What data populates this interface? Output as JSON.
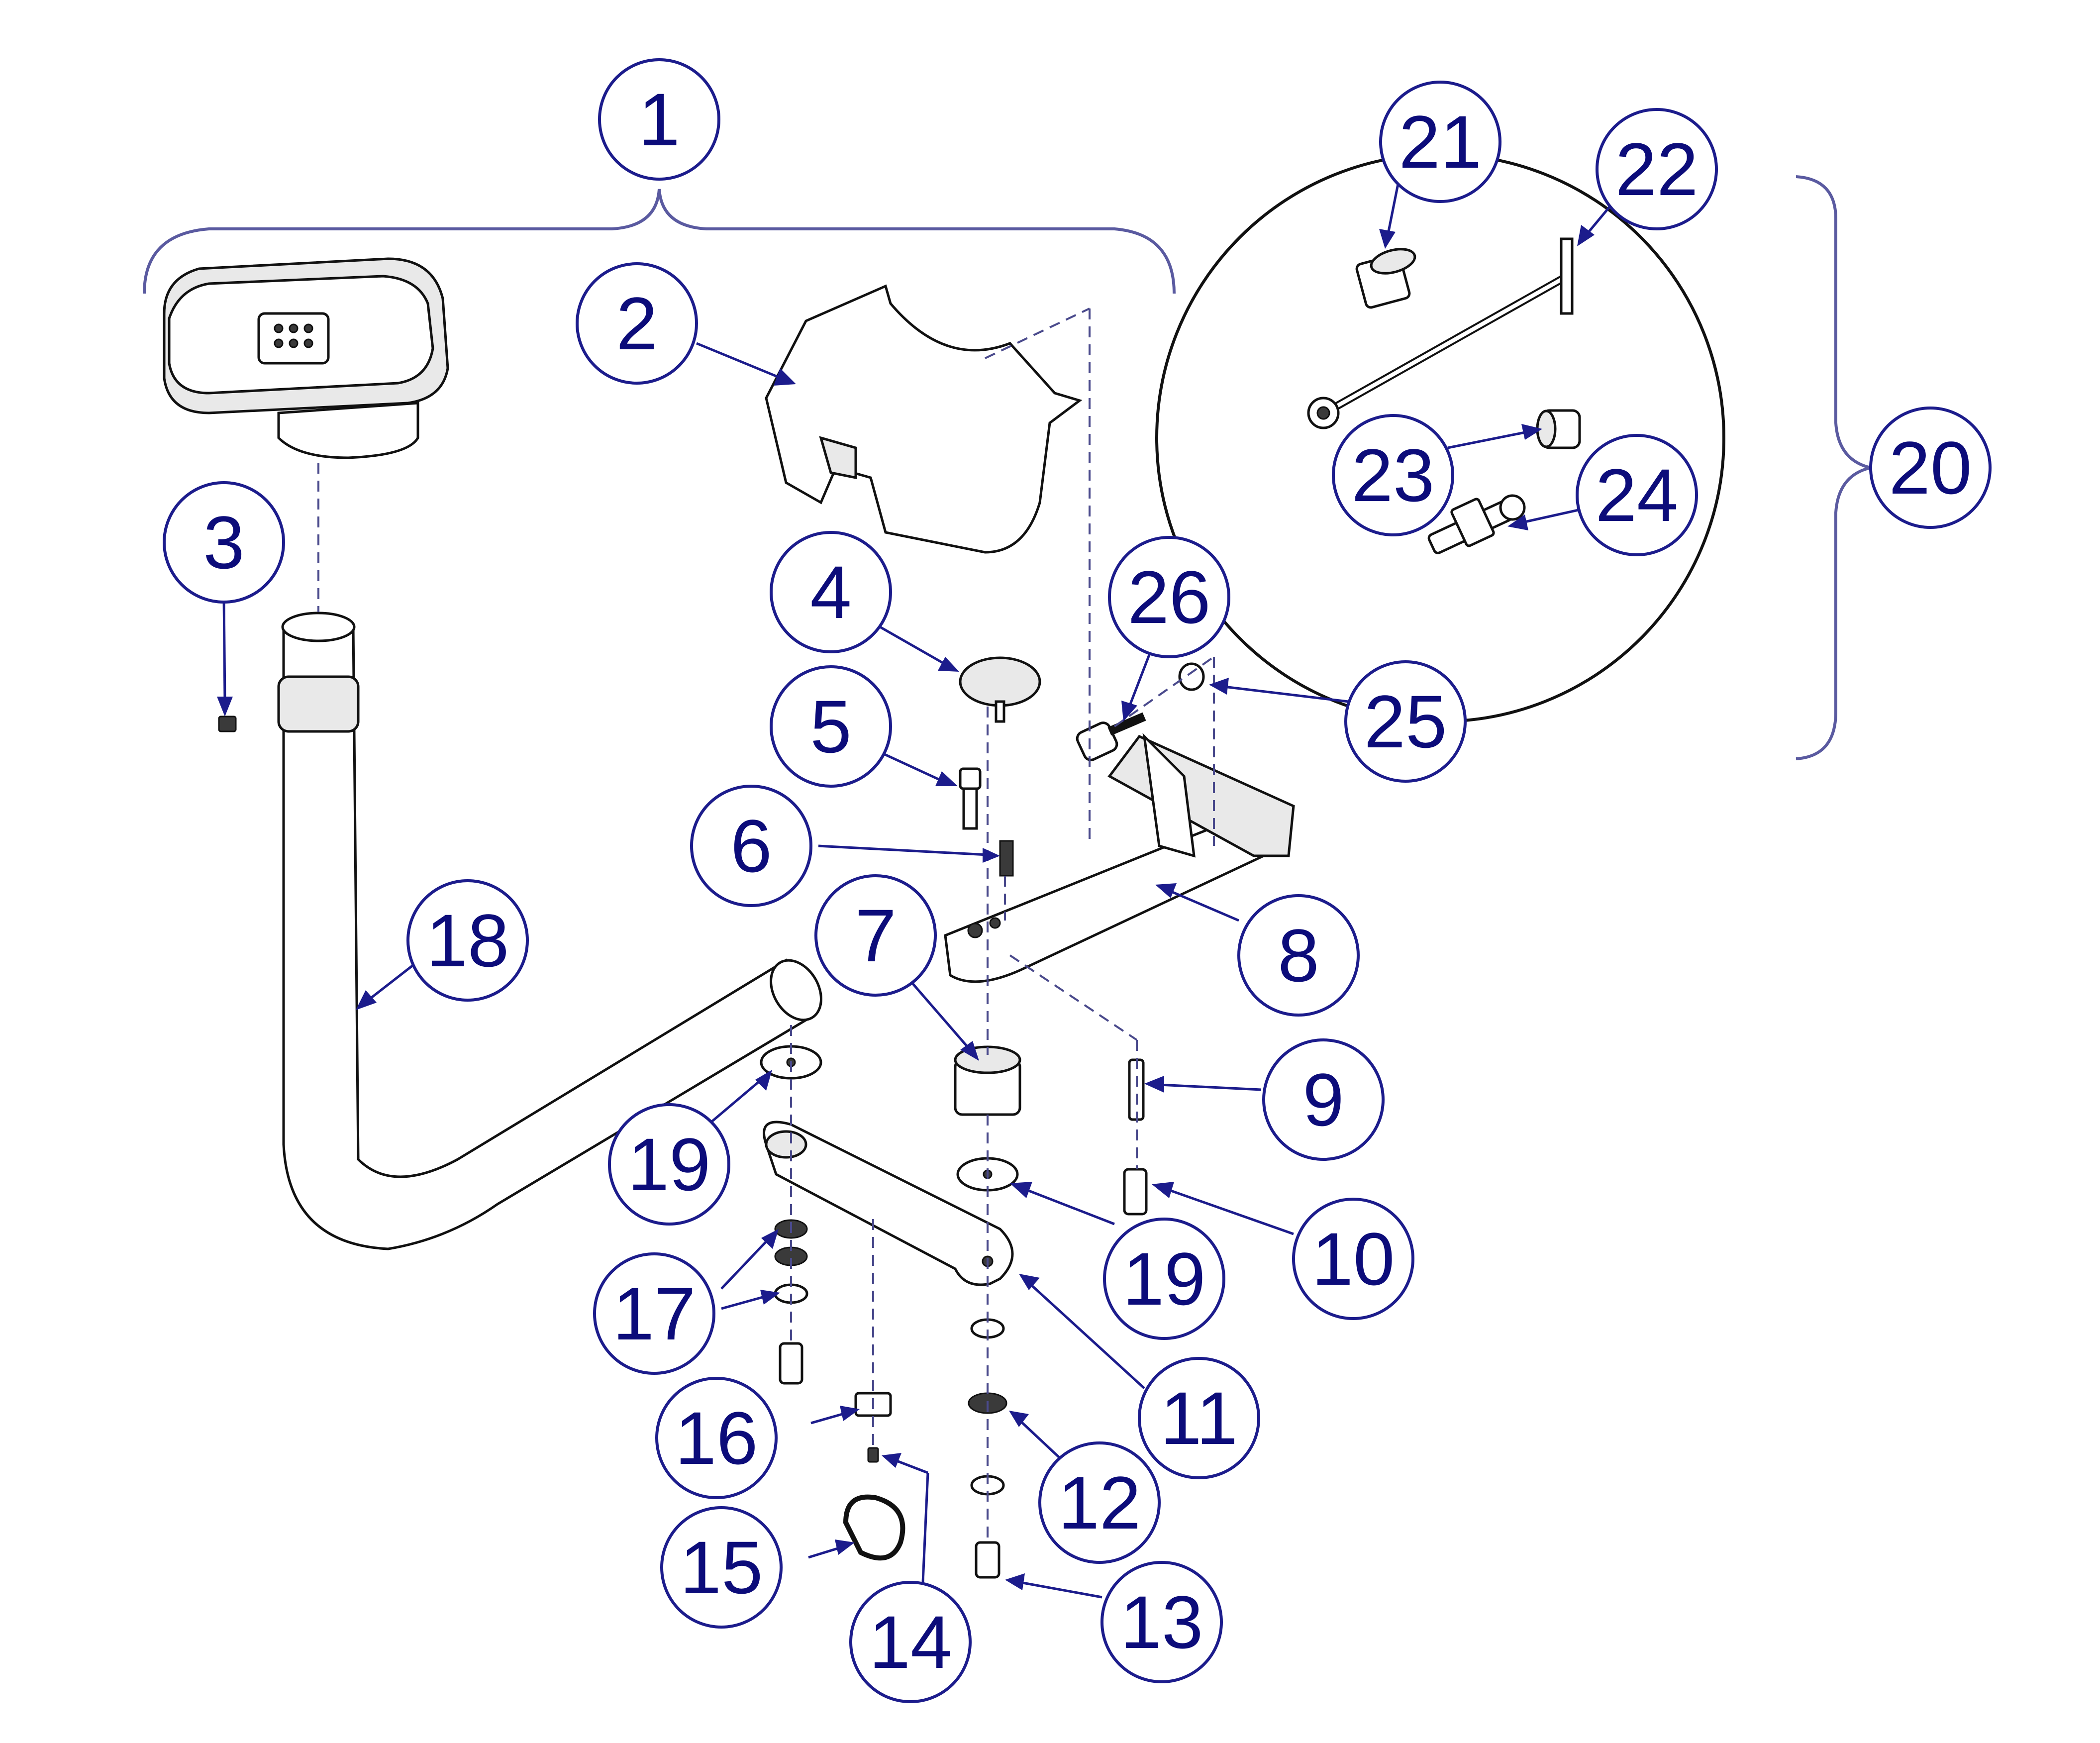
{
  "diagram": {
    "callouts": [
      {
        "id": "c1",
        "label": "1"
      },
      {
        "id": "c2",
        "label": "2"
      },
      {
        "id": "c3",
        "label": "3"
      },
      {
        "id": "c4",
        "label": "4"
      },
      {
        "id": "c5",
        "label": "5"
      },
      {
        "id": "c6",
        "label": "6"
      },
      {
        "id": "c7",
        "label": "7"
      },
      {
        "id": "c8",
        "label": "8"
      },
      {
        "id": "c9",
        "label": "9"
      },
      {
        "id": "c10",
        "label": "10"
      },
      {
        "id": "c11",
        "label": "11"
      },
      {
        "id": "c12",
        "label": "12"
      },
      {
        "id": "c13",
        "label": "13"
      },
      {
        "id": "c14",
        "label": "14"
      },
      {
        "id": "c15",
        "label": "15"
      },
      {
        "id": "c16",
        "label": "16"
      },
      {
        "id": "c17",
        "label": "17"
      },
      {
        "id": "c18",
        "label": "18"
      },
      {
        "id": "c19a",
        "label": "19"
      },
      {
        "id": "c19b",
        "label": "19"
      },
      {
        "id": "c20",
        "label": "20"
      },
      {
        "id": "c21",
        "label": "21"
      },
      {
        "id": "c22",
        "label": "22"
      },
      {
        "id": "c23",
        "label": "23"
      },
      {
        "id": "c24",
        "label": "24"
      },
      {
        "id": "c25",
        "label": "25"
      },
      {
        "id": "c26",
        "label": "26"
      }
    ],
    "colors": {
      "callout_stroke": "#1c1c8c",
      "callout_text": "#0c0c7a",
      "line_art": "#111111",
      "bracket": "#5a5aa0"
    }
  }
}
